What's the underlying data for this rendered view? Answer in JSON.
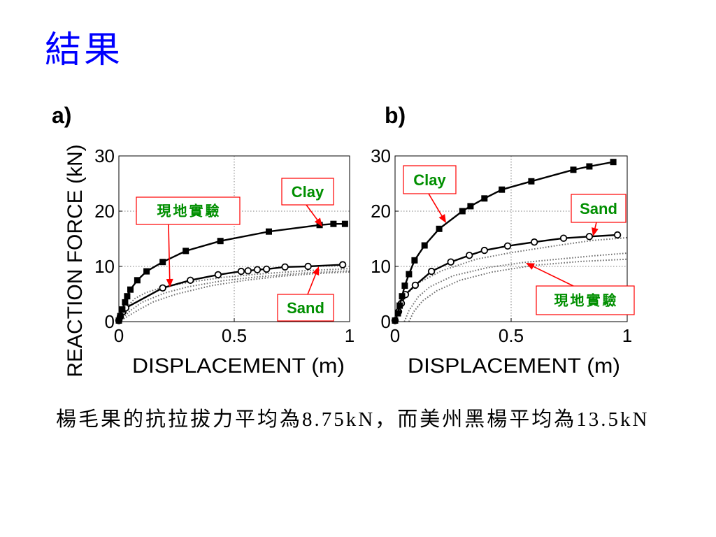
{
  "slide": {
    "title": "結果",
    "caption": "楊毛果的抗拉拔力平均為8.75kN，而美州黑楊平均為13.5kN"
  },
  "colors": {
    "title": "#0000FF",
    "annotation_border": "#FF0000",
    "annotation_text": "#008F00",
    "annotation_arrow": "#FF0000",
    "series_line": "#000000",
    "field_test_line": "#707070",
    "grid": "#7F7F7F"
  },
  "chart_data": [
    {
      "type": "line",
      "panel_label": "a)",
      "xlabel": "DISPLACEMENT (m)",
      "ylabel": "REACTION FORCE (kN)",
      "xlim": [
        0,
        1
      ],
      "ylim": [
        0,
        30
      ],
      "xticks": [
        0,
        0.5,
        1
      ],
      "xtick_labels": [
        "0",
        "0.5",
        "1"
      ],
      "yticks": [
        0,
        10,
        20,
        30
      ],
      "ytick_labels": [
        "0",
        "10",
        "20",
        "30"
      ],
      "grid": true,
      "series": [
        {
          "name": "Clay",
          "x": [
            0,
            0.006,
            0.015,
            0.027,
            0.036,
            0.05,
            0.08,
            0.12,
            0.19,
            0.29,
            0.44,
            0.65,
            0.87,
            0.93,
            0.98
          ],
          "y": [
            0.2,
            1.0,
            2.2,
            3.5,
            4.6,
            5.8,
            7.5,
            9.1,
            10.8,
            12.8,
            14.6,
            16.3,
            17.5,
            17.7,
            17.7
          ]
        },
        {
          "name": "Sand",
          "x": [
            0,
            0.006,
            0.018,
            0.03,
            0.19,
            0.31,
            0.43,
            0.53,
            0.56,
            0.6,
            0.64,
            0.72,
            0.82,
            0.97
          ],
          "y": [
            0.2,
            0.9,
            1.8,
            2.5,
            6.1,
            7.5,
            8.5,
            9.1,
            9.2,
            9.4,
            9.5,
            9.9,
            10.0,
            10.3
          ]
        },
        {
          "name": "現地實驗",
          "curves": [
            {
              "x": [
                0,
                0.03,
                0.07,
                0.12,
                0.2,
                0.3,
                0.45,
                0.6,
                0.8,
                1
              ],
              "y": [
                0,
                2.5,
                4.2,
                5.3,
                6.3,
                7.1,
                8.0,
                8.6,
                9.2,
                9.6
              ]
            },
            {
              "x": [
                0,
                0.05,
                0.1,
                0.2,
                0.3,
                0.45,
                0.6,
                0.8,
                1
              ],
              "y": [
                0,
                2.0,
                3.5,
                5.2,
                6.3,
                7.4,
                8.1,
                8.8,
                9.2
              ]
            },
            {
              "x": [
                0,
                0.08,
                0.15,
                0.25,
                0.4,
                0.55,
                0.7,
                0.85,
                1
              ],
              "y": [
                0,
                2.0,
                3.6,
                5.0,
                6.5,
                7.5,
                8.2,
                8.7,
                9.0
              ]
            }
          ]
        }
      ]
    },
    {
      "type": "line",
      "panel_label": "b)",
      "xlabel": "DISPLACEMENT (m)",
      "xlim": [
        0,
        1
      ],
      "ylim": [
        0,
        30
      ],
      "xticks": [
        0,
        0.5,
        1
      ],
      "xtick_labels": [
        "0",
        "0.5",
        "1"
      ],
      "yticks": [
        0,
        10,
        20,
        30
      ],
      "ytick_labels": [
        "0",
        "10",
        "20",
        "30"
      ],
      "grid": true,
      "series": [
        {
          "name": "Clay",
          "x": [
            0,
            0.012,
            0.02,
            0.03,
            0.042,
            0.06,
            0.084,
            0.127,
            0.19,
            0.29,
            0.325,
            0.385,
            0.46,
            0.587,
            0.768,
            0.837,
            0.94
          ],
          "y": [
            0.2,
            1.5,
            2.9,
            4.6,
            6.5,
            8.6,
            11.1,
            13.8,
            16.8,
            20.0,
            20.9,
            22.3,
            23.9,
            25.4,
            27.5,
            28.1,
            28.9
          ]
        },
        {
          "name": "Sand",
          "x": [
            0,
            0.015,
            0.027,
            0.045,
            0.087,
            0.157,
            0.24,
            0.32,
            0.385,
            0.485,
            0.6,
            0.726,
            0.837,
            0.958
          ],
          "y": [
            0.2,
            1.8,
            3.3,
            4.9,
            6.6,
            9.1,
            10.8,
            12.0,
            12.9,
            13.7,
            14.4,
            15.1,
            15.4,
            15.7
          ]
        },
        {
          "name": "現地實驗",
          "curves": [
            {
              "x": [
                0,
                0.02,
                0.05,
                0.1,
                0.2,
                0.35,
                0.5,
                0.7,
                0.85,
                1
              ],
              "y": [
                0,
                2.5,
                5.0,
                7.0,
                9.2,
                11.3,
                12.5,
                13.8,
                14.7,
                15.2
              ]
            },
            {
              "x": [
                0.04,
                0.06,
                0.1,
                0.15,
                0.25,
                0.4,
                0.55,
                0.7,
                0.85,
                1
              ],
              "y": [
                0,
                2.0,
                4.5,
                6.3,
                8.3,
                9.8,
                10.7,
                11.3,
                11.9,
                12.4
              ]
            },
            {
              "x": [
                0.06,
                0.08,
                0.12,
                0.18,
                0.28,
                0.42,
                0.6,
                0.8,
                1
              ],
              "y": [
                0,
                1.8,
                3.8,
                5.6,
                7.5,
                9.0,
                10.2,
                10.9,
                11.3
              ]
            }
          ]
        }
      ]
    }
  ]
}
